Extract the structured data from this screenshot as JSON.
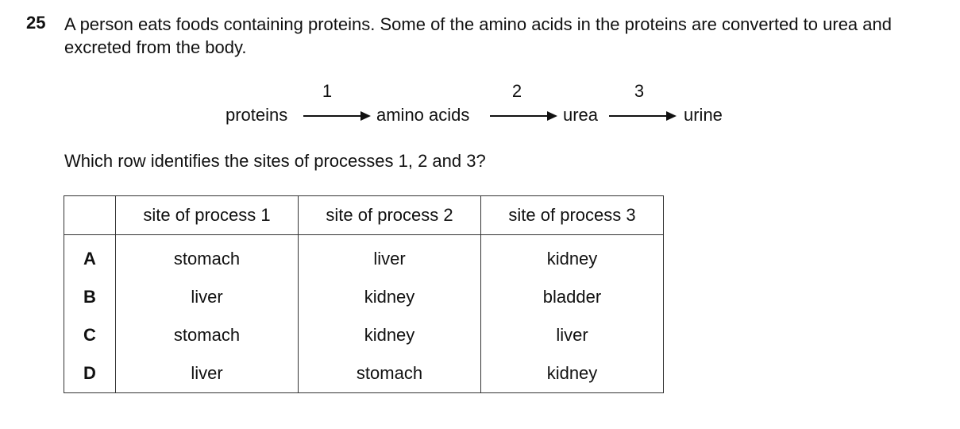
{
  "question": {
    "number": "25",
    "text": "A person eats foods containing proteins. Some of the amino acids in the proteins are converted to urea and excreted from the body.",
    "prompt": "Which row identifies the sites of processes 1, 2 and 3?"
  },
  "flow": {
    "terms": [
      "proteins",
      "amino acids",
      "urea",
      "urine"
    ],
    "processes": [
      "1",
      "2",
      "3"
    ]
  },
  "table": {
    "headers": [
      "",
      "site of process 1",
      "site of process 2",
      "site of process 3"
    ],
    "rows": [
      {
        "letter": "A",
        "cells": [
          "stomach",
          "liver",
          "kidney"
        ]
      },
      {
        "letter": "B",
        "cells": [
          "liver",
          "kidney",
          "bladder"
        ]
      },
      {
        "letter": "C",
        "cells": [
          "stomach",
          "kidney",
          "liver"
        ]
      },
      {
        "letter": "D",
        "cells": [
          "liver",
          "stomach",
          "kidney"
        ]
      }
    ]
  }
}
